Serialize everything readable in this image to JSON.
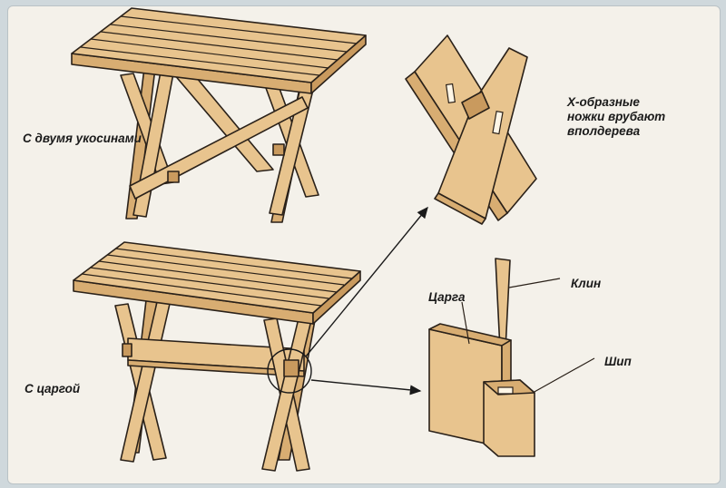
{
  "labels": {
    "two_braces": "С двумя укосинами",
    "apron": "С царгой",
    "x_legs": "X-образные ножки врубают вполдерева",
    "apron_part": "Царга",
    "wedge": "Клин",
    "tenon": "Шип"
  },
  "colors": {
    "background": "#cfd8dc",
    "panel": "#f4f1ea",
    "wood": "#e8c48e",
    "wood_dark": "#c99a5e",
    "wood_side": "#d8ad72",
    "outline": "#2a2119"
  }
}
